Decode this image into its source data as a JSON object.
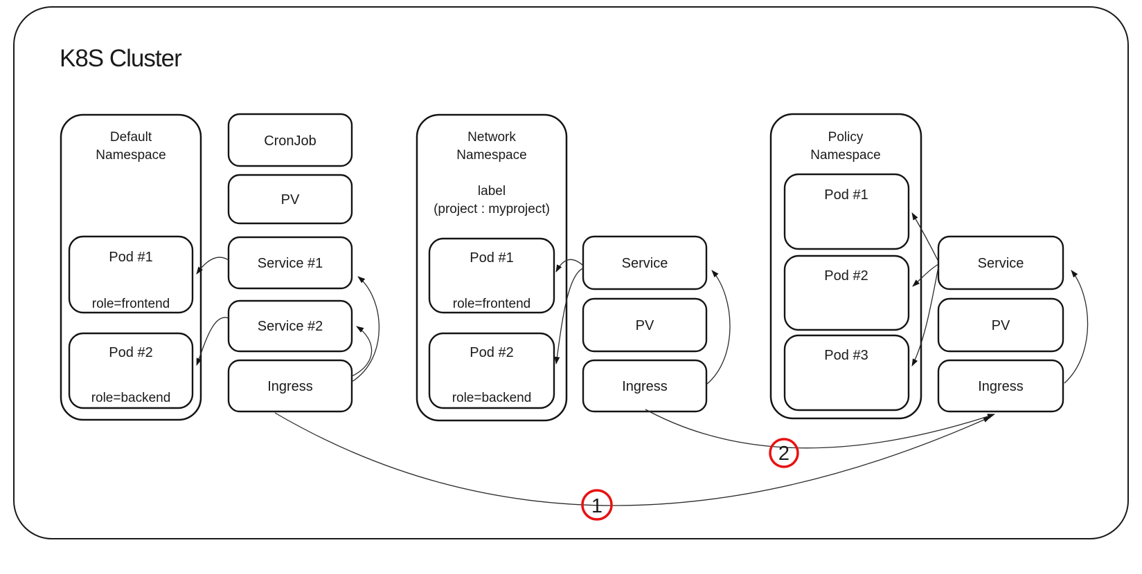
{
  "title": "K8S Cluster",
  "annotation_color": "#e81212",
  "default_group": {
    "name_line1": "Default",
    "name_line2": "Namespace",
    "pod1": {
      "name": "Pod #1",
      "role": "role=frontend"
    },
    "pod2": {
      "name": "Pod #2",
      "role": "role=backend"
    },
    "cronjob": "CronJob",
    "pv": "PV",
    "service1": "Service #1",
    "service2": "Service #2",
    "ingress": "Ingress"
  },
  "network_group": {
    "name_line1": "Network",
    "name_line2": "Namespace",
    "label_line1": "label",
    "label_line2": "(project : myproject)",
    "pod1": {
      "name": "Pod #1",
      "role": "role=frontend"
    },
    "pod2": {
      "name": "Pod #2",
      "role": "role=backend"
    },
    "service": "Service",
    "pv": "PV",
    "ingress": "Ingress"
  },
  "policy_group": {
    "name_line1": "Policy",
    "name_line2": "Namespace",
    "pod1": "Pod #1",
    "pod2": "Pod #2",
    "pod3": "Pod #3",
    "service": "Service",
    "pv": "PV",
    "ingress": "Ingress"
  },
  "annotations": {
    "step1": "1",
    "step2": "2"
  }
}
